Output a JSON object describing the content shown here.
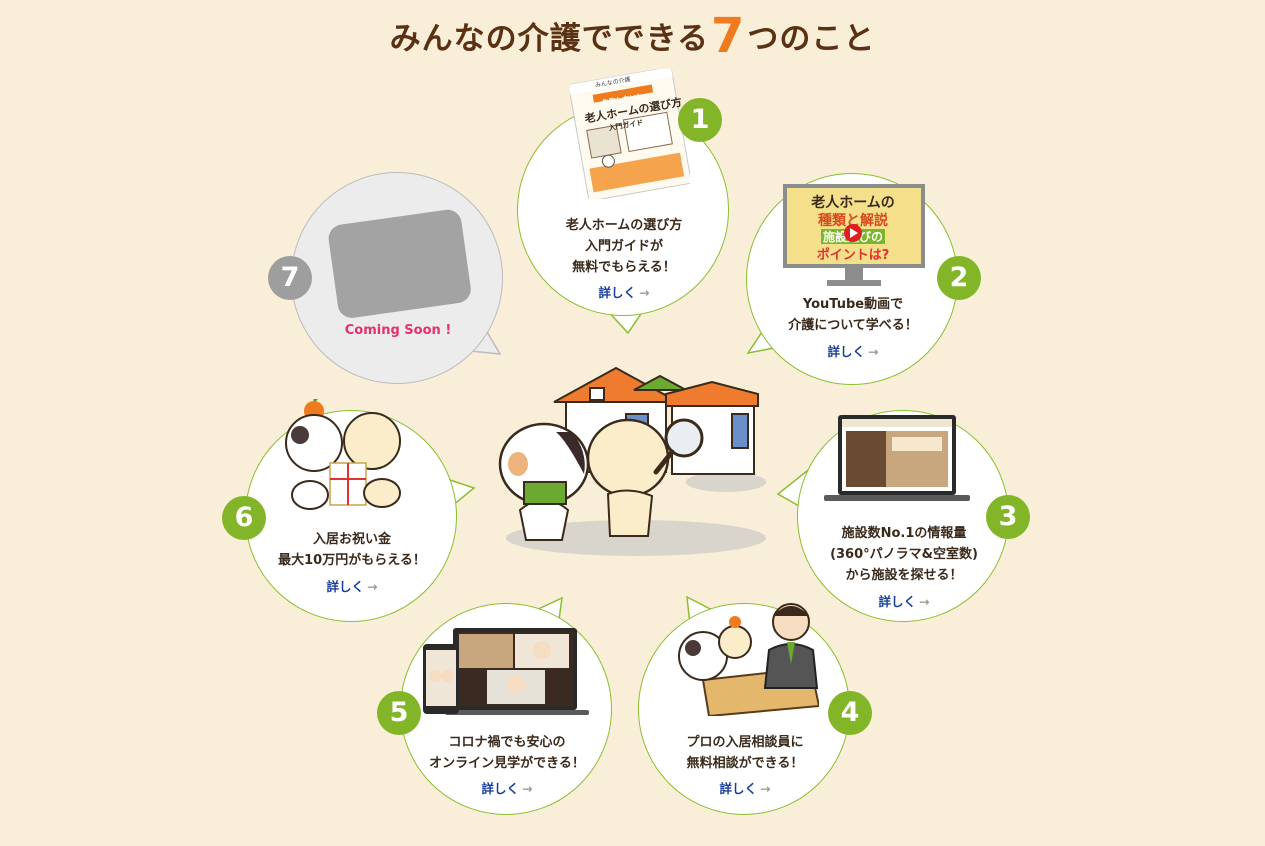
{
  "title": {
    "prefix": "みんなの介護でできる",
    "number": "7",
    "suffix": "つのこと"
  },
  "items": [
    {
      "number": "1",
      "lines": [
        "老人ホームの選び方",
        "入門ガイドが",
        "無料でもらえる！"
      ],
      "more": "詳しく",
      "icon": "guide-book",
      "book": {
        "brand": "みんなの介護",
        "badge": "失敗しない！",
        "title": "老人ホームの選び方",
        "subtitle": "入門ガイド"
      }
    },
    {
      "number": "2",
      "lines": [
        "YouTube動画で",
        "介護について学べる！"
      ],
      "more": "詳しく",
      "icon": "youtube-monitor",
      "screen": {
        "line1": "老人ホームの",
        "line2": "種類と解説",
        "line3": "施設選びの",
        "line4": "ポイントは?"
      }
    },
    {
      "number": "3",
      "lines": [
        "施設数No.1の情報量",
        "(360°パノラマ&空室数)",
        "から施設を探せる！"
      ],
      "more": "詳しく",
      "icon": "laptop-facility"
    },
    {
      "number": "4",
      "lines": [
        "プロの入居相談員に",
        "無料相談ができる！"
      ],
      "more": "詳しく",
      "icon": "consultant"
    },
    {
      "number": "5",
      "lines": [
        "コロナ禍でも安心の",
        "オンライン見学ができる！"
      ],
      "more": "詳しく",
      "icon": "online-tour"
    },
    {
      "number": "6",
      "lines": [
        "入居お祝い金",
        "最大10万円がもらえる！"
      ],
      "more": "詳しく",
      "icon": "celebration-cats"
    },
    {
      "number": "7",
      "soon": "Coming Soon !",
      "icon": "placeholder-card"
    }
  ],
  "colors": {
    "background": "#f9eed8",
    "accent": "#82b628",
    "title": "#5a3112",
    "title_number": "#f07a1e",
    "link": "#1a3f9b",
    "coming_soon": "#e3326a"
  }
}
